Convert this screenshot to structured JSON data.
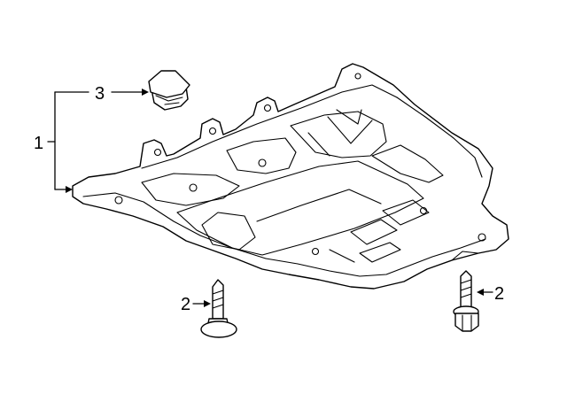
{
  "callouts": {
    "assembly": "1",
    "bolt_left": "2",
    "bolt_right": "2",
    "clip": "3"
  },
  "colors": {
    "line": "#000000",
    "background": "#ffffff"
  }
}
